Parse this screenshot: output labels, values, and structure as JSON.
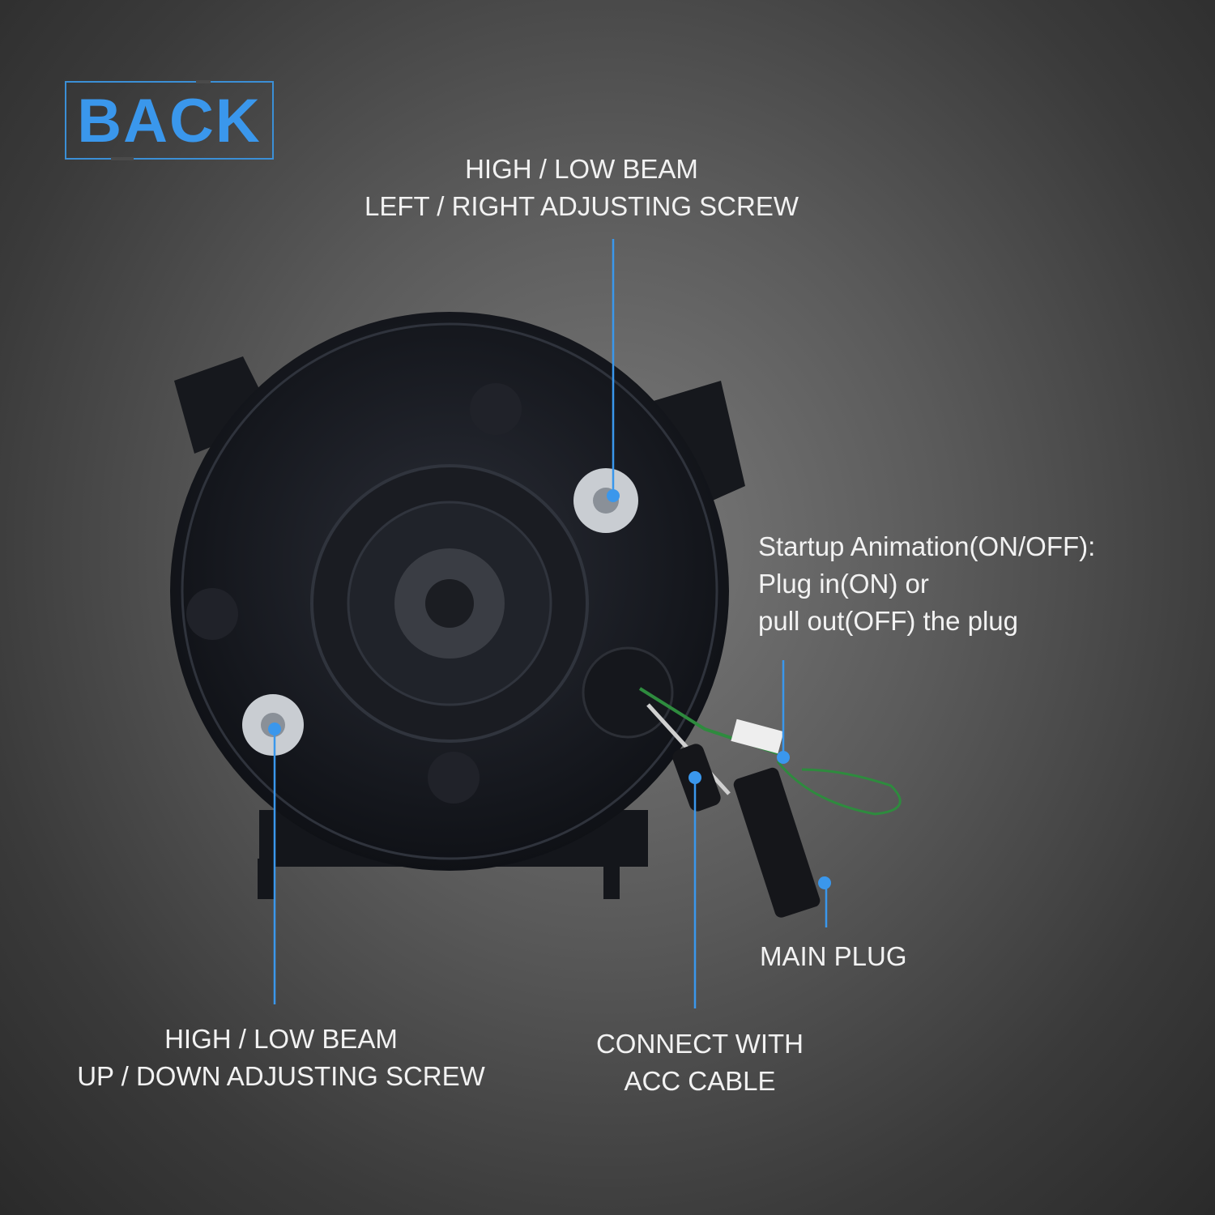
{
  "title": "BACK",
  "accent_color": "#3a97ec",
  "callouts": {
    "lr_screw": {
      "line1": "HIGH / LOW BEAM",
      "line2": "LEFT / RIGHT ADJUSTING SCREW"
    },
    "ud_screw": {
      "line1": "HIGH / LOW BEAM",
      "line2": "UP / DOWN ADJUSTING SCREW"
    },
    "startup": {
      "line1": "Startup Animation(ON/OFF):",
      "line2": "Plug in(ON) or",
      "line3": "pull out(OFF) the plug"
    },
    "main_plug": {
      "line1": "MAIN PLUG"
    },
    "acc": {
      "line1": "CONNECT WITH",
      "line2": "ACC CABLE"
    }
  }
}
